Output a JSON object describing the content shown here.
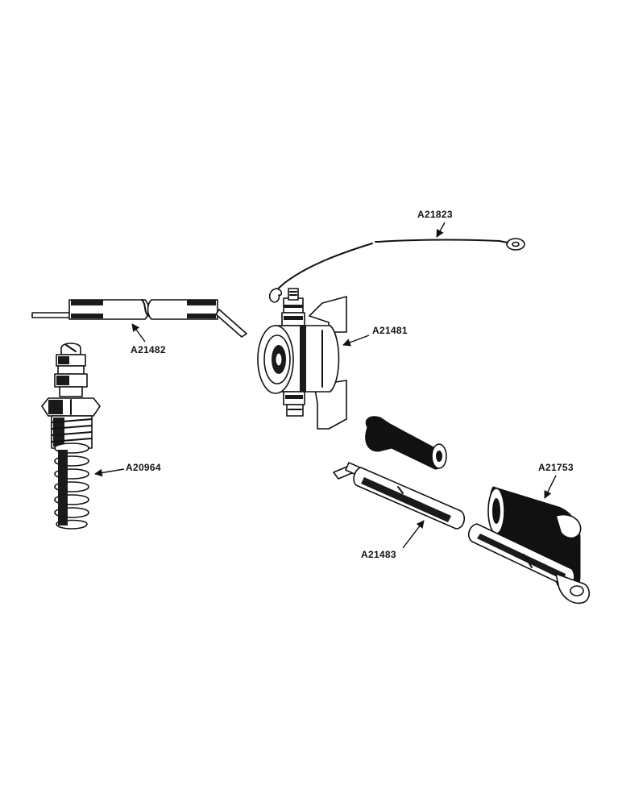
{
  "diagram": {
    "parts": [
      {
        "id": "wire",
        "part_number": "A21823"
      },
      {
        "id": "strap",
        "part_number": "A21482"
      },
      {
        "id": "switch",
        "part_number": "A21481"
      },
      {
        "id": "spark-plug",
        "part_number": "A20964"
      },
      {
        "id": "boot",
        "part_number": "A21753"
      },
      {
        "id": "cable",
        "part_number": "A21483"
      }
    ]
  }
}
